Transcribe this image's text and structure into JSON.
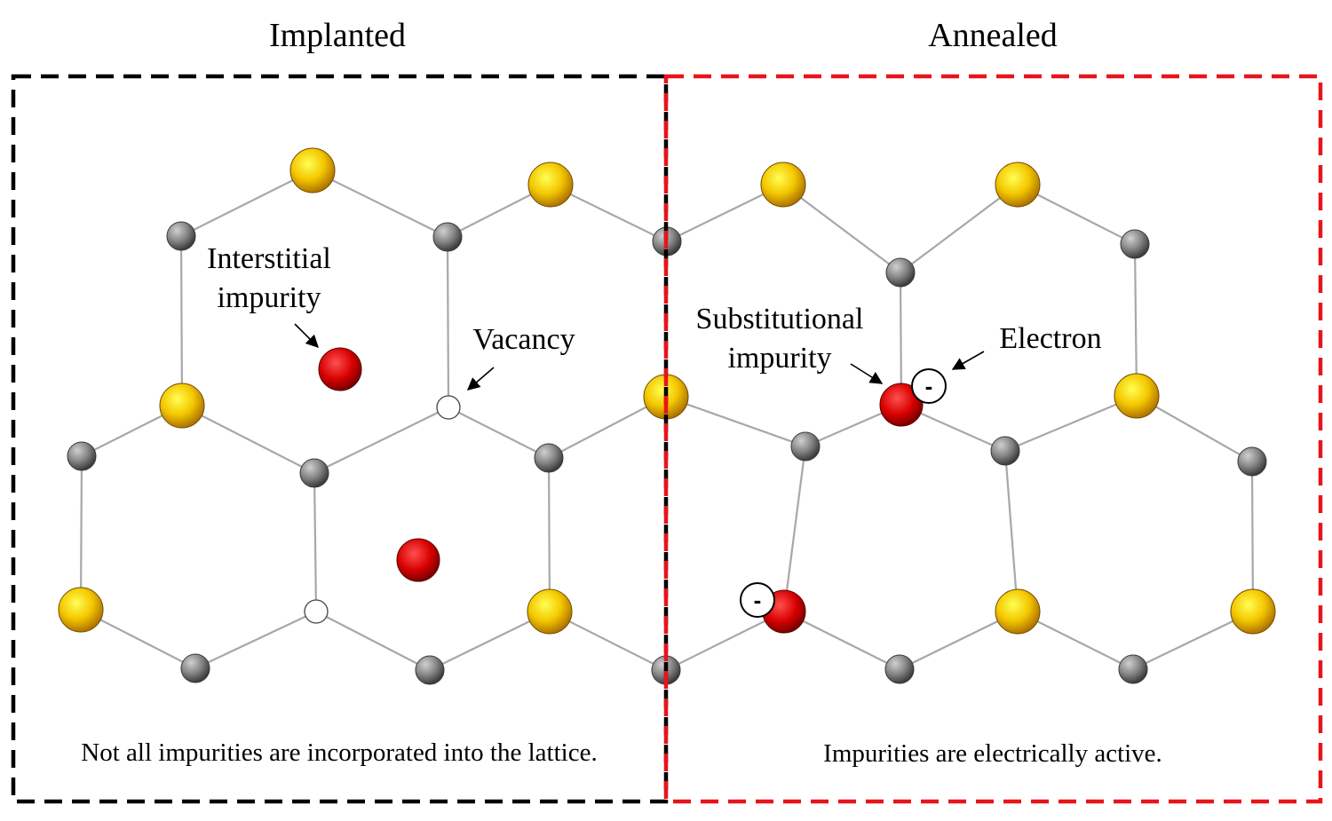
{
  "panels": {
    "implanted": {
      "title": "Implanted",
      "caption": "Not all impurities are incorporated into the lattice.",
      "frame_color": "#000000"
    },
    "annealed": {
      "title": "Annealed",
      "caption": "Impurities are electrically active.",
      "frame_color": "#e8141b"
    }
  },
  "labels": {
    "interstitial_line1": "Interstitial",
    "interstitial_line2": "impurity",
    "vacancy": "Vacancy",
    "substitutional_line1": "Substitutional",
    "substitutional_line2": "impurity",
    "electron": "Electron",
    "electron_symbol": "-"
  },
  "colors": {
    "lattice_atom_large": "#f2c400",
    "lattice_atom_small": "#7d7d7d",
    "impurity_atom": "#d60000",
    "bond": "#a8a8a8"
  }
}
